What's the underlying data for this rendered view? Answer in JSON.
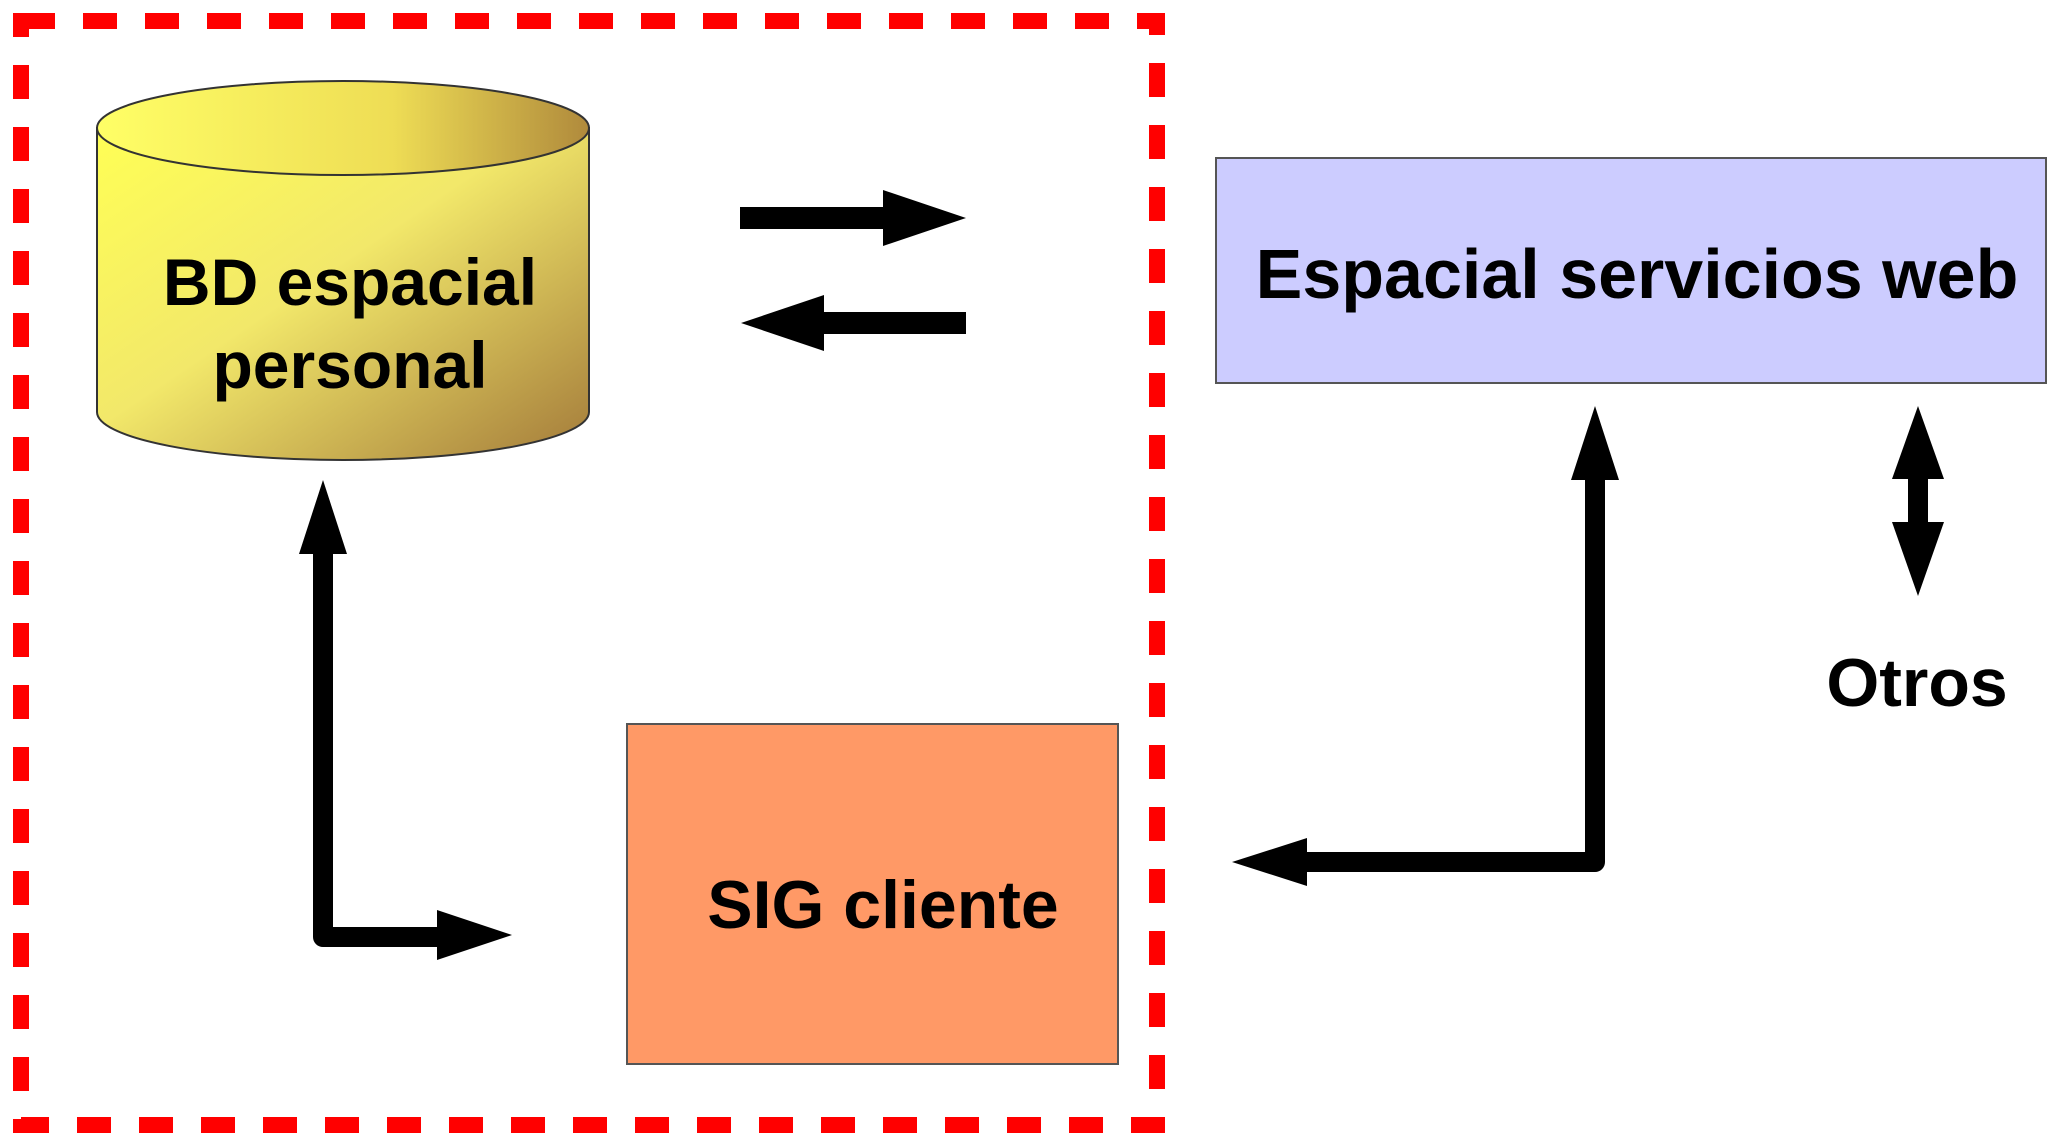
{
  "diagram": {
    "database": {
      "line1": "BD espacial",
      "line2": "personal"
    },
    "web_services": {
      "label": "Espacial servicios web"
    },
    "client": {
      "label": "SIG cliente"
    },
    "others": {
      "label": "Otros"
    }
  },
  "colors": {
    "dashed_border": "#ff0000",
    "database_fill_light": "#ffff66",
    "database_fill_dark": "#b08a3c",
    "web_services_fill": "#ccccff",
    "client_fill": "#ff9966",
    "arrow": "#000000"
  }
}
